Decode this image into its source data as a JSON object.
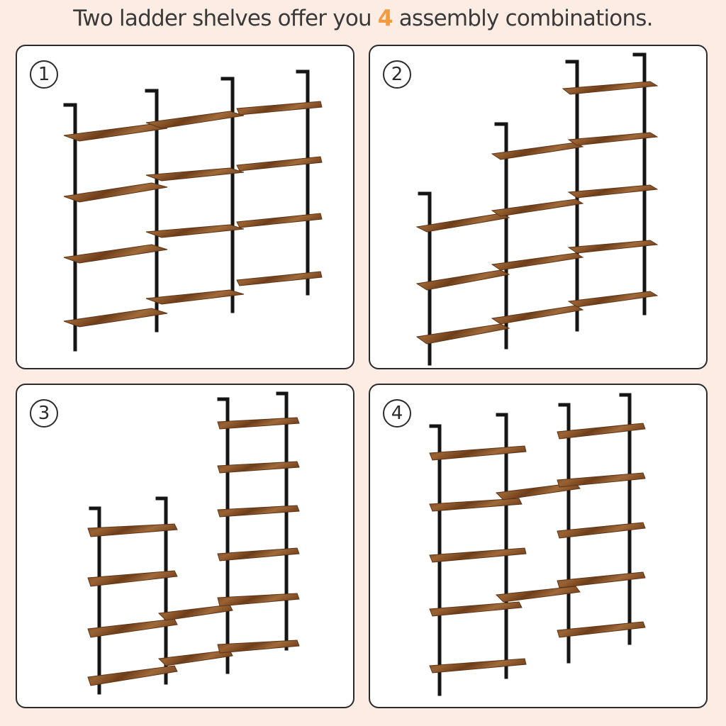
{
  "header": {
    "prefix": "Two ladder shelves offer you ",
    "highlight": "4",
    "suffix": " assembly combinations.",
    "highlight_color": "#f29a3c"
  },
  "colors": {
    "background": "#fcece3",
    "panel": "#ffffff",
    "border": "#2b2b2b",
    "wood": "#8a5428",
    "wood_edge": "#6b3d1b",
    "metal": "#151515"
  },
  "panels": [
    {
      "number": "1",
      "description": "Two ladder shelves side by side, 4 tiers, extended with middle bridge boards"
    },
    {
      "number": "2",
      "description": "Staggered step configuration, 3 uprights heights"
    },
    {
      "number": "3",
      "description": "Short 4-tier ladder joined to tall 6-tier ladder"
    },
    {
      "number": "4",
      "description": "Two 5-tier ladders separated, joined with bridge boards"
    }
  ]
}
